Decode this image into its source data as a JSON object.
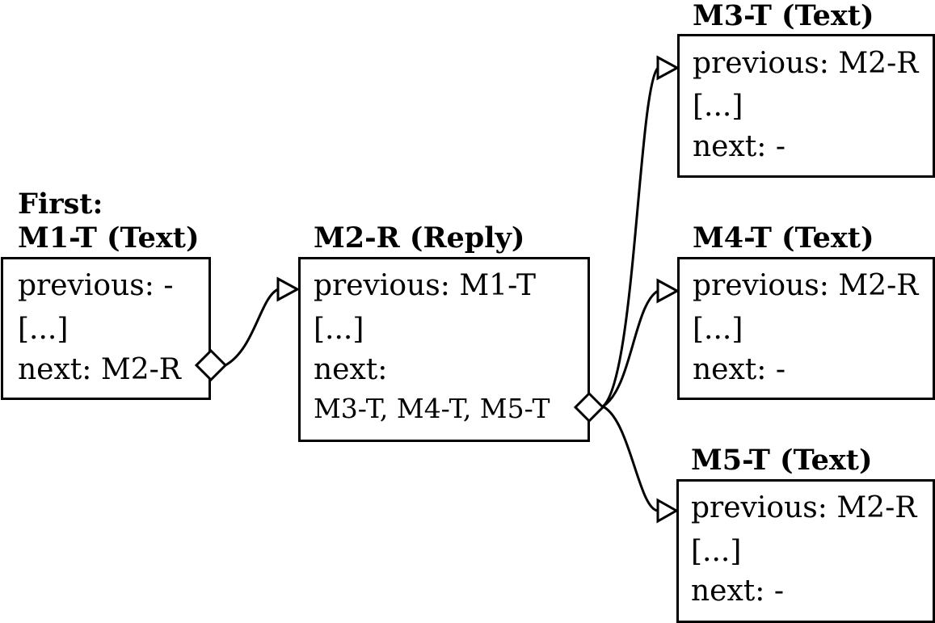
{
  "nodes": {
    "m1": {
      "header_top": "First:",
      "title": "M1-T (Text)",
      "previous": "previous: -",
      "body": "[...]",
      "next": "next: M2-R"
    },
    "m2": {
      "title": "M2-R (Reply)",
      "previous": "previous: M1-T",
      "body": "[...]",
      "next": "next:",
      "next_values": "M3-T, M4-T, M5-T"
    },
    "m3": {
      "title": "M3-T (Text)",
      "previous": "previous: M2-R",
      "body": "[...]",
      "next": "next: -"
    },
    "m4": {
      "title": "M4-T (Text)",
      "previous": "previous: M2-R",
      "body": "[...]",
      "next": "next: -"
    },
    "m5": {
      "title": "M5-T (Text)",
      "previous": "previous: M2-R",
      "body": "[...]",
      "next": "next: -"
    }
  },
  "links": [
    {
      "from": "m1",
      "to": "m2",
      "start_marker": "diamond",
      "end_marker": "open-triangle"
    },
    {
      "from": "m2",
      "to": "m3",
      "start_marker": "diamond",
      "end_marker": "open-triangle"
    },
    {
      "from": "m2",
      "to": "m4",
      "start_marker": "diamond",
      "end_marker": "open-triangle"
    },
    {
      "from": "m2",
      "to": "m5",
      "start_marker": "diamond",
      "end_marker": "open-triangle"
    }
  ]
}
